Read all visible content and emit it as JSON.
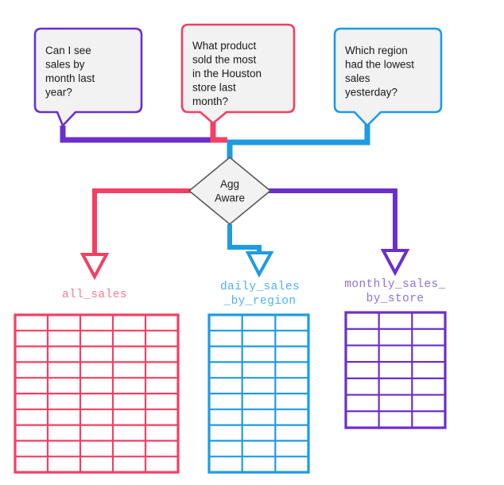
{
  "diagram": {
    "title": "Agg Aware routing diagram",
    "colors": {
      "purple": "#6B2FCB",
      "pink": "#F43F63",
      "blue": "#1D9BE3",
      "node_border": "#595959",
      "node_fill": "#F2F2F2",
      "text": "#1a1a1a",
      "label_pink": "#F97B94",
      "label_blue": "#4FB3EF",
      "label_purple": "#8C73D9"
    },
    "questions": [
      {
        "id": "question-month-sales",
        "color": "#6B2FCB",
        "lines": [
          "Can I see",
          "sales by",
          "month last",
          "year?"
        ]
      },
      {
        "id": "question-houston-product",
        "color": "#F43F63",
        "lines": [
          "What product",
          "sold the most",
          "in the Houston",
          "store last",
          "month?"
        ]
      },
      {
        "id": "question-lowest-region",
        "color": "#1D9BE3",
        "lines": [
          "Which region",
          "had the lowest",
          "sales",
          "yesterday?"
        ]
      }
    ],
    "decision_node": {
      "id": "agg-aware-node",
      "lines": [
        "Agg",
        "Aware"
      ]
    },
    "tables": [
      {
        "id": "table-all-sales",
        "color": "#F43F63",
        "label_color": "#F97B94",
        "label_lines": [
          "all_sales"
        ],
        "columns": 5,
        "rows": 10
      },
      {
        "id": "table-daily-sales-by-region",
        "color": "#1D9BE3",
        "label_color": "#4FB3EF",
        "label_lines": [
          "daily_sales",
          "_by_region"
        ],
        "columns": 3,
        "rows": 10
      },
      {
        "id": "table-monthly-sales-by-store",
        "color": "#6B2FCB",
        "label_color": "#8C73D9",
        "label_lines": [
          "monthly_sales_",
          "by_store"
        ],
        "columns": 3,
        "rows": 7
      }
    ]
  }
}
